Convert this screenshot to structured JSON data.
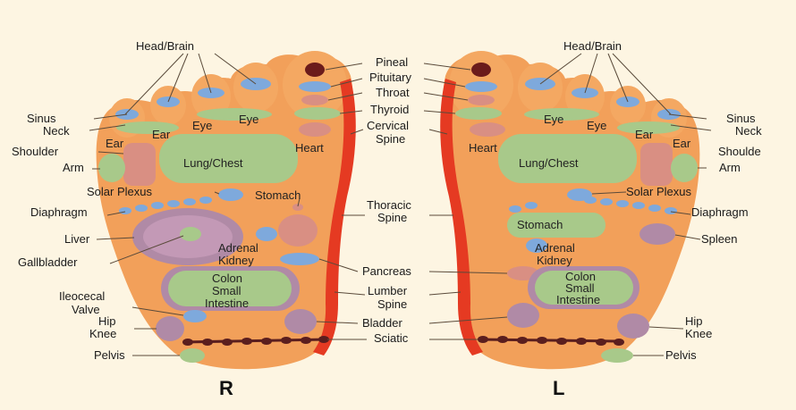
{
  "colors": {
    "background": "#fdf5e2",
    "foot": "#f2a05a",
    "spine": "#e53a22",
    "zone_green": "#a8c98a",
    "zone_blue": "#7ea9dc",
    "zone_pink": "#d98f83",
    "zone_purple": "#b08aa6",
    "pineal": "#6b1b1b",
    "sciatic": "#5a1e1e"
  },
  "feet": {
    "right": {
      "letter": "R",
      "labels": {
        "head_brain": "Head/Brain",
        "pineal": "Pineal",
        "pituitary": "Pituitary",
        "throat": "Throat",
        "sinus": "Sinus",
        "neck": "Neck",
        "eye1": "Eye",
        "eye2": "Eye",
        "ear": "Ear",
        "ear2": "Ear",
        "thyroid": "Thyroid",
        "cervical_spine": "Cervical\nSpine",
        "shoulder": "Shoulder",
        "arm": "Arm",
        "heart": "Heart",
        "lung_chest": "Lung/Chest",
        "solar_plexus": "Solar Plexus",
        "stomach": "Stomach",
        "thoracic_spine": "Thoracic\nSpine",
        "diaphragm": "Diaphragm",
        "liver": "Liver",
        "gallbladder": "Gallbladder",
        "adrenal": "Adrenal",
        "kidney": "Kidney",
        "pancreas": "Pancreas",
        "colon": "Colon",
        "small": "Small",
        "intestine": "Intestine",
        "lumber_spine": "Lumber\nSpine",
        "ileocecal": "Ileocecal",
        "valve": "Valve",
        "hip": "Hip",
        "knee": "Knee",
        "bladder": "Bladder",
        "sciatic": "Sciatic",
        "pelvis": "Pelvis"
      }
    },
    "left": {
      "letter": "L",
      "labels": {
        "head_brain": "Head/Brain",
        "sinus": "Sinus",
        "neck": "Neck",
        "eye1": "Eye",
        "eye2": "Eye",
        "ear1": "Ear",
        "ear2": "Ear",
        "heart": "Heart",
        "shoulder": "Shoulde",
        "arm": "Arm",
        "lung_chest": "Lung/Chest",
        "solar_plexus": "Solar Plexus",
        "stomach": "Stomach",
        "diaphragm": "Diaphragm",
        "adrenal": "Adrenal",
        "kidney": "Kidney",
        "spleen": "Spleen",
        "colon": "Colon",
        "small": "Small",
        "intestine": "Intestine",
        "hip": "Hip",
        "knee": "Knee",
        "pelvis": "Pelvis"
      }
    }
  }
}
